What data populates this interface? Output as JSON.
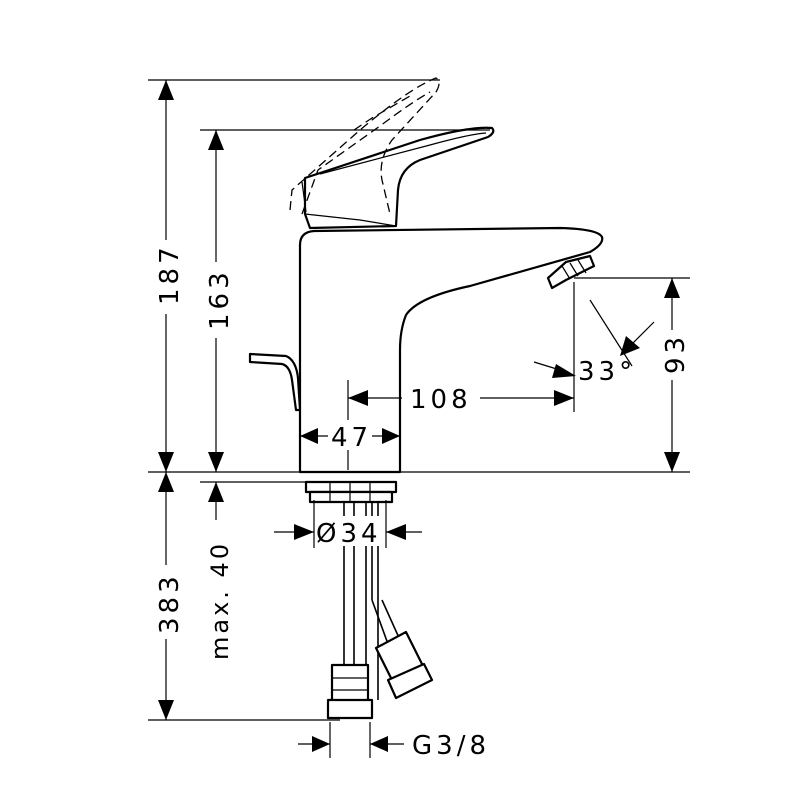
{
  "dimensions": {
    "overall_height": "187",
    "spout_height": "163",
    "spout_outlet_height": "93",
    "spout_reach": "108",
    "body_width": "47",
    "spray_angle": "33°",
    "thread_diameter": "Ø34",
    "below_counter_length": "383",
    "max_counter_thickness": "max. 40",
    "connection_thread": "G3/8"
  }
}
